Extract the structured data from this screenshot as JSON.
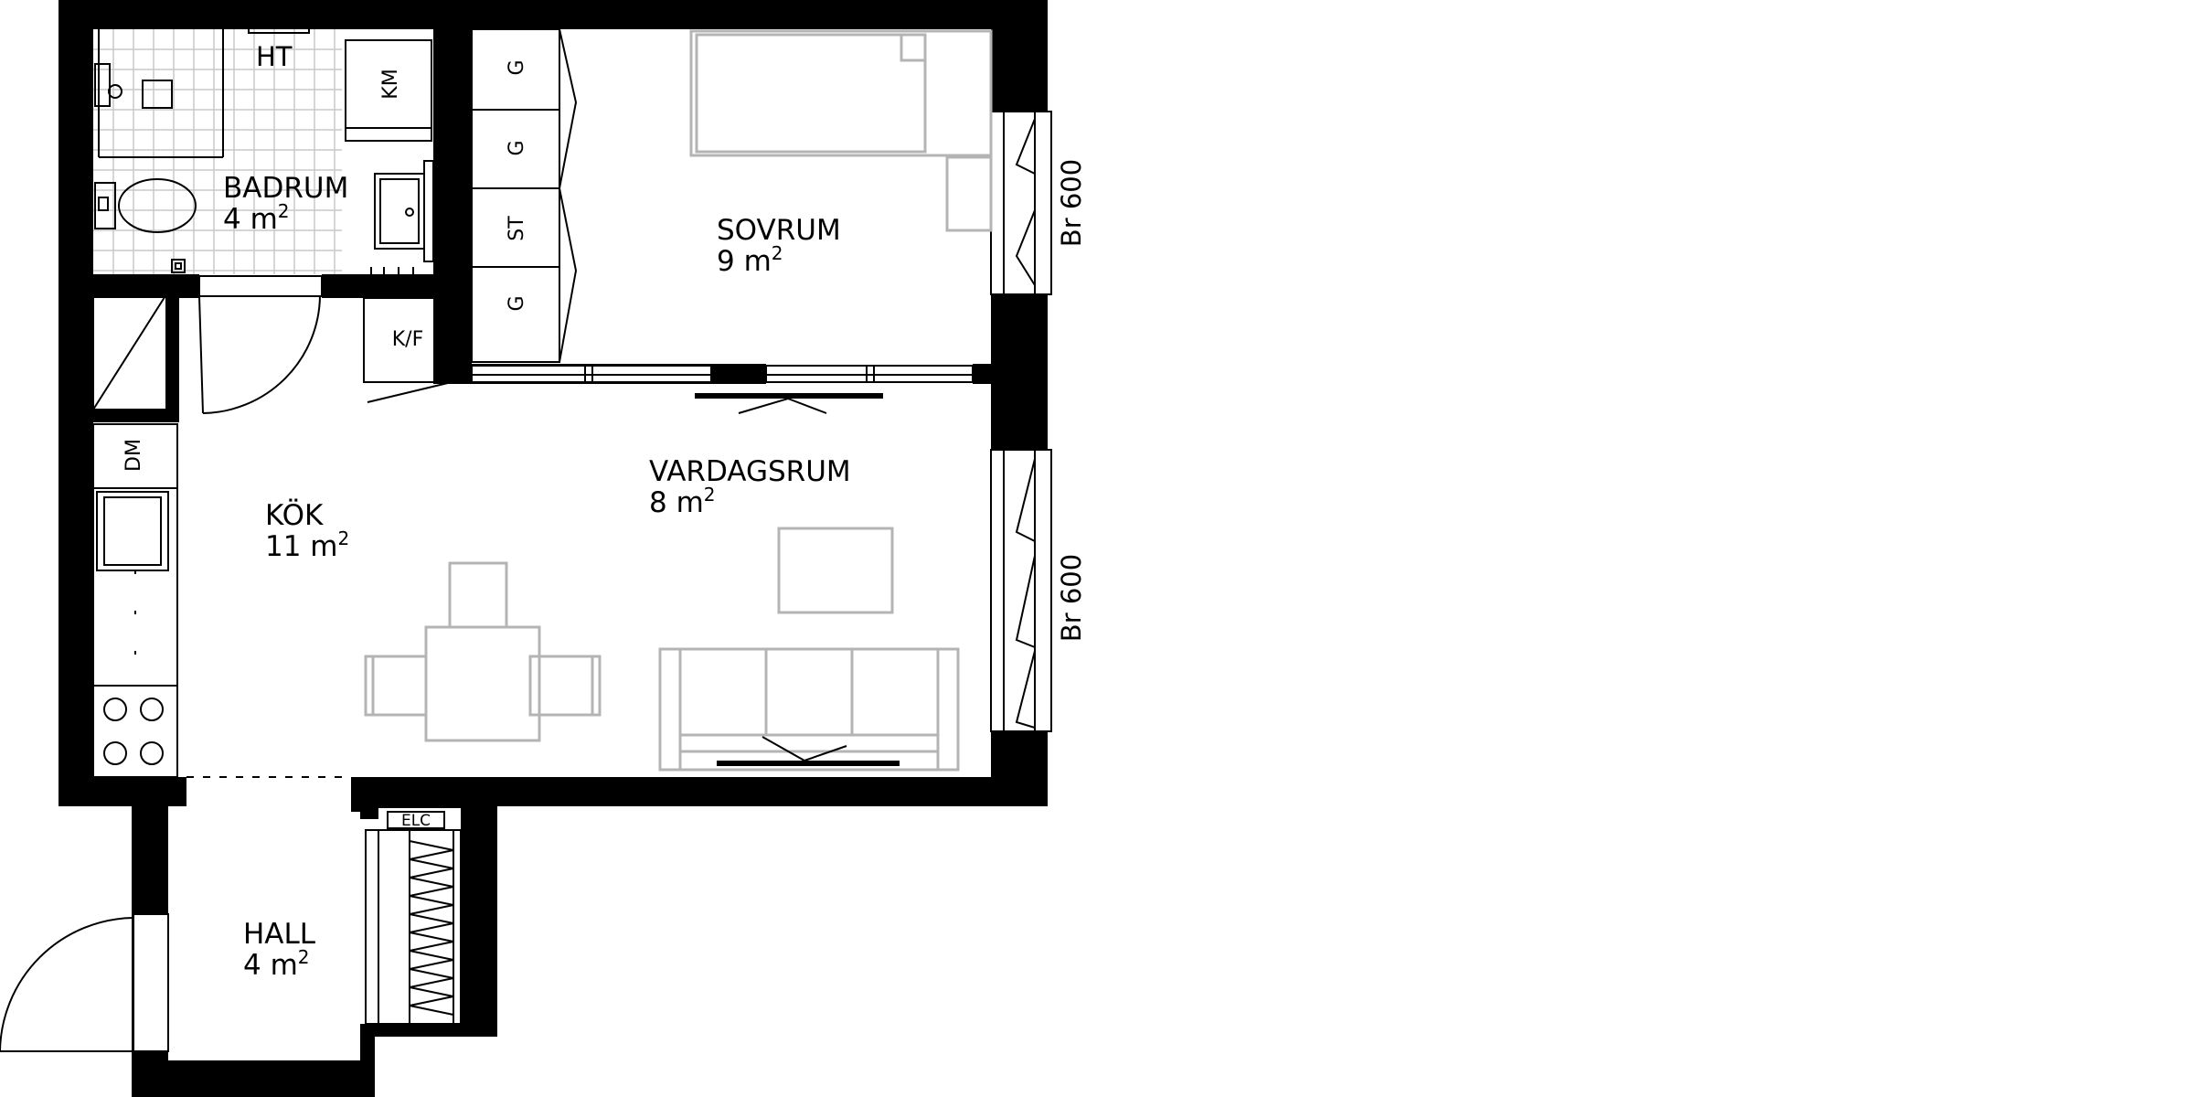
{
  "rooms": {
    "badrum": {
      "name": "BADRUM",
      "area": "4 m",
      "unit_sup": "2"
    },
    "sovrum": {
      "name": "SOVRUM",
      "area": "9 m",
      "unit_sup": "2"
    },
    "kok": {
      "name": "KÖK",
      "area": "11 m",
      "unit_sup": "2"
    },
    "vardagsrum": {
      "name": "VARDAGSRUM",
      "area": "8 m",
      "unit_sup": "2"
    },
    "hall": {
      "name": "HALL",
      "area": "4 m",
      "unit_sup": "2"
    }
  },
  "fixtures": {
    "ht": "HT",
    "km": "KM",
    "kf": "K/F",
    "dm": "DM",
    "elc": "ELC",
    "wardrobe_labels": [
      "G",
      "G",
      "ST",
      "G"
    ]
  },
  "windows": {
    "bedroom": "Br 600",
    "living": "Br 600"
  },
  "colors": {
    "wall": "#000000",
    "furniture": "#b4b4b4",
    "tile_grid": "#c8c8c8",
    "background": "#ffffff"
  }
}
